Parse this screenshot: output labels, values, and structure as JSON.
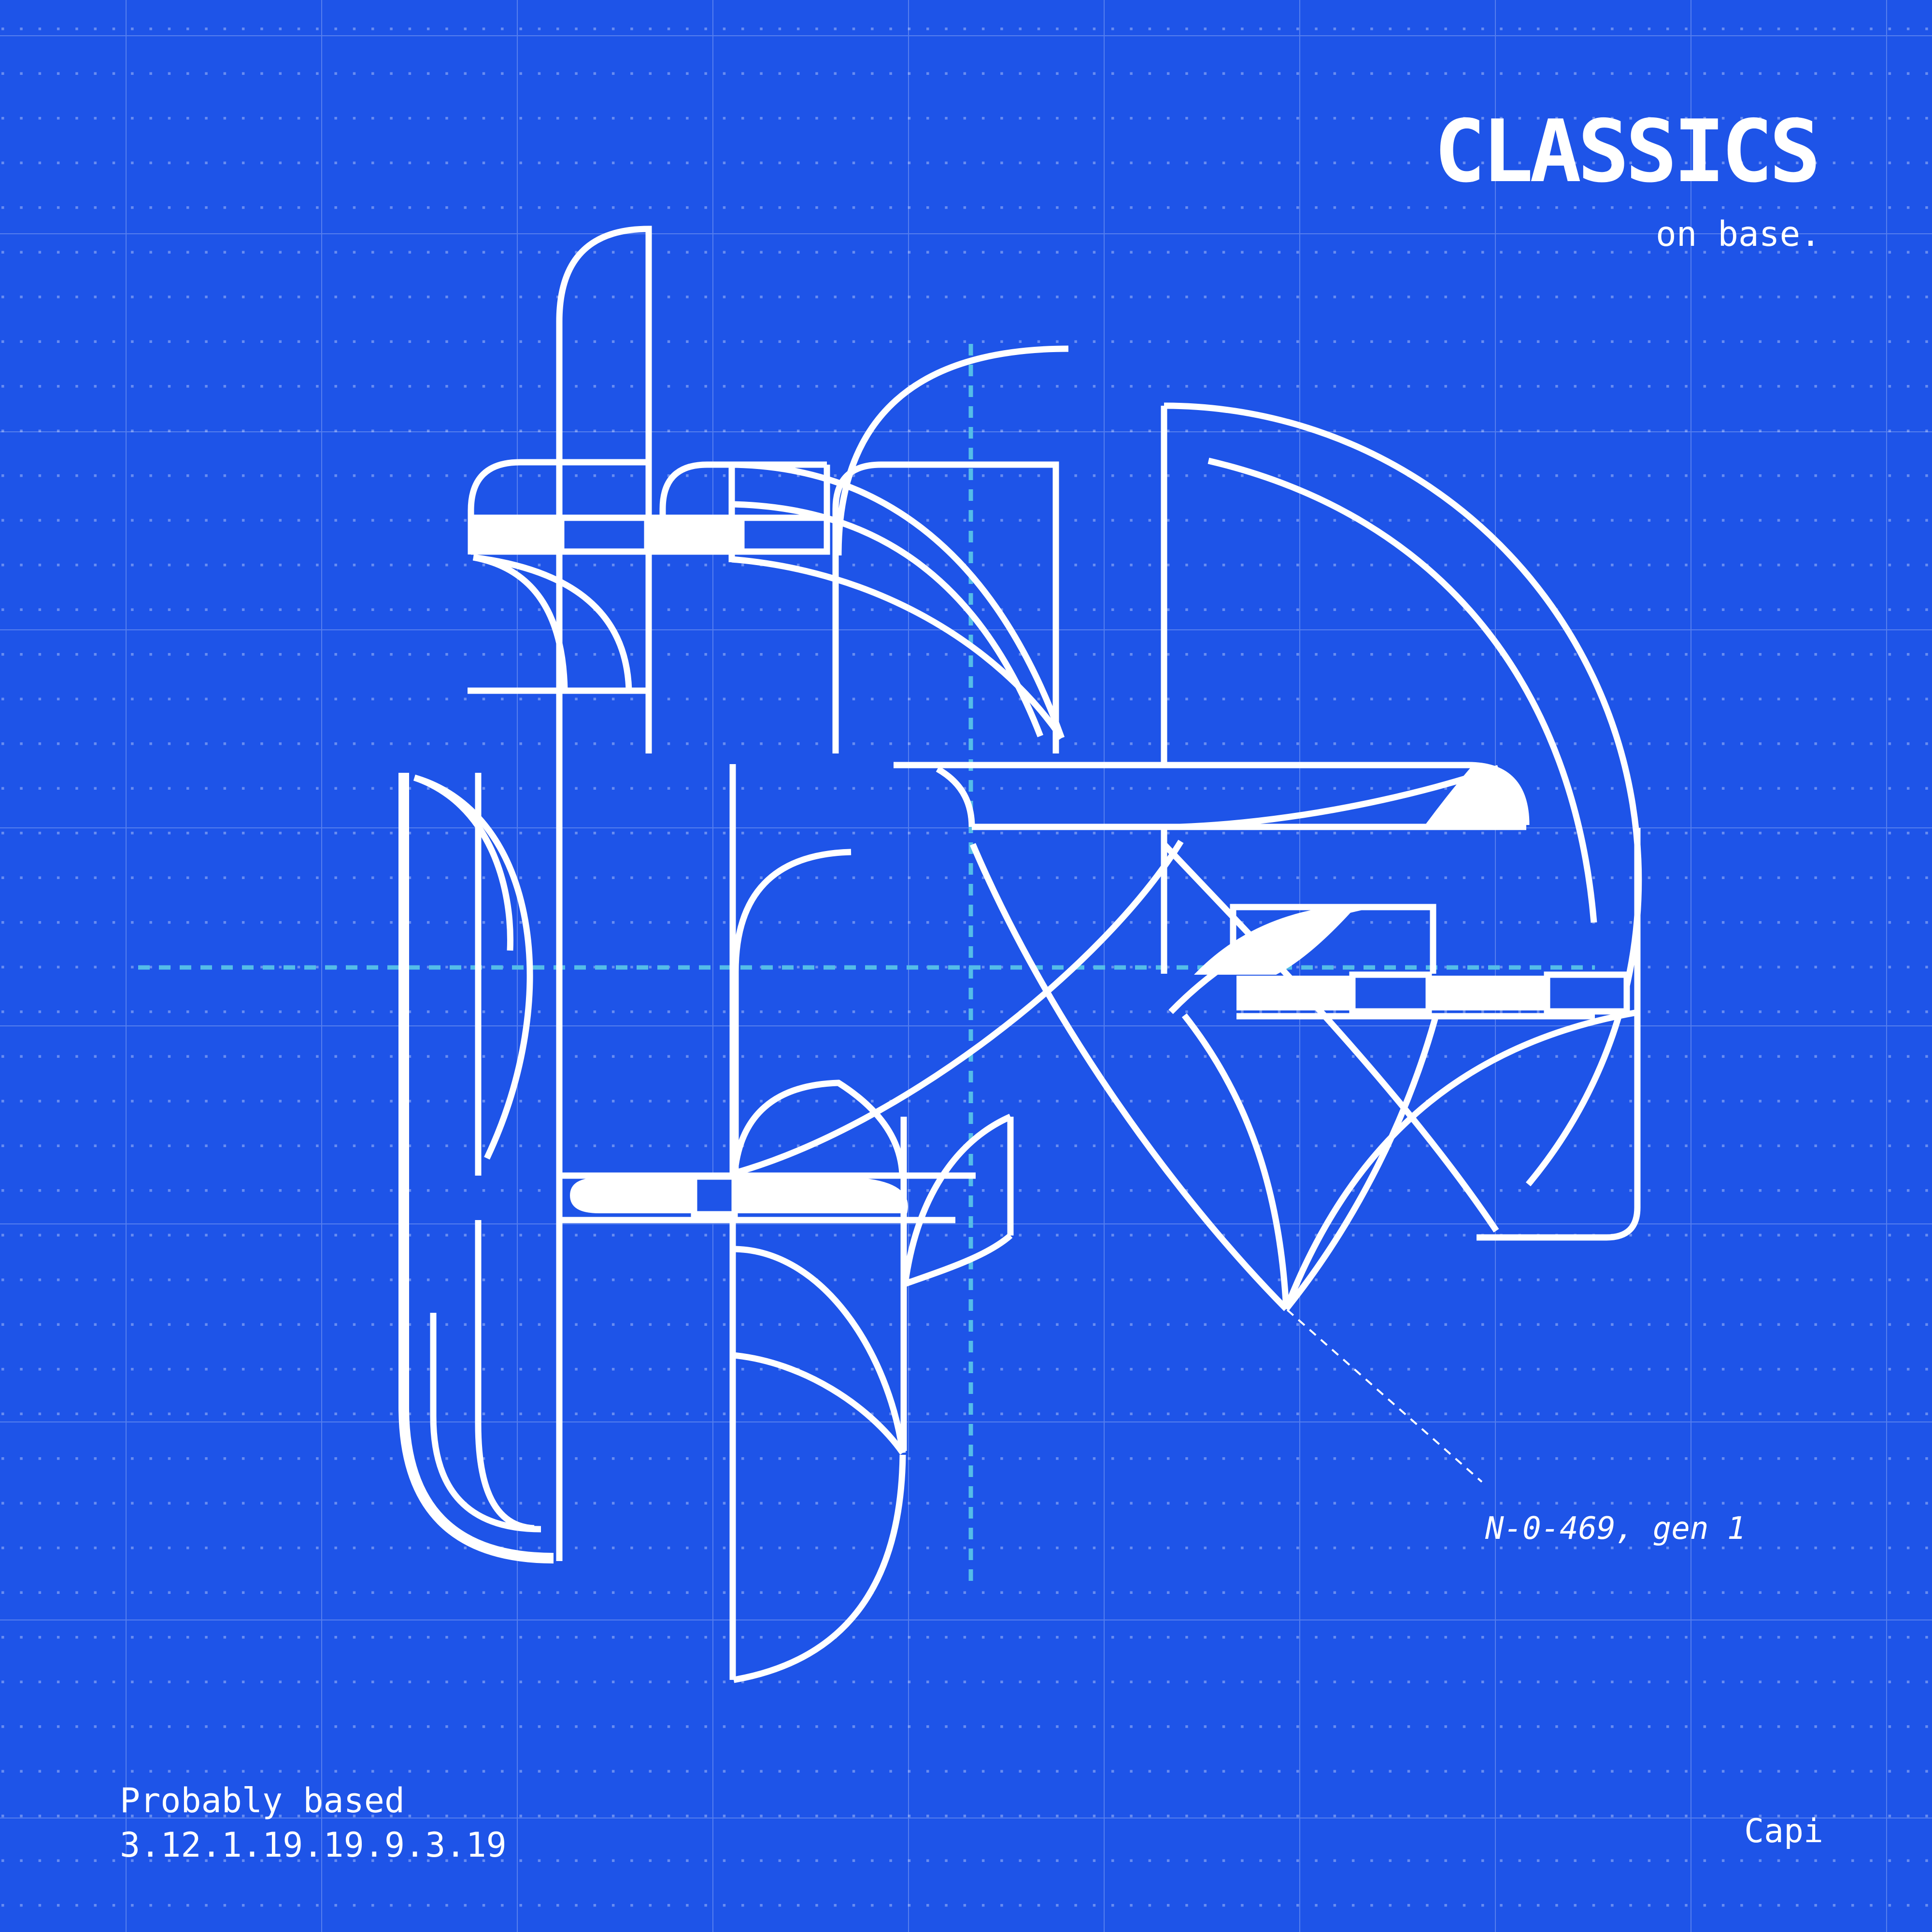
{
  "poster": {
    "title": "CLASSICS",
    "subtitle": "on base.",
    "annotation_label": "N-0-469, gen 1",
    "footer_left_line1": "Probably based",
    "footer_left_line2": "3.12.1.19.19.9.3.19",
    "footer_right_signature": "Capi"
  },
  "colors": {
    "background_blue": "#1e54e8",
    "line_white": "#ffffff",
    "crosshair_cyan": "#54bde8",
    "grid_line": "rgba(255,255,255,0.25)",
    "dot_grid": "rgba(255,255,255,0.33)"
  },
  "style_notes": {
    "theme": "blueprint",
    "crosshair_dash": "24 19",
    "annotation_dash": "17 14"
  }
}
